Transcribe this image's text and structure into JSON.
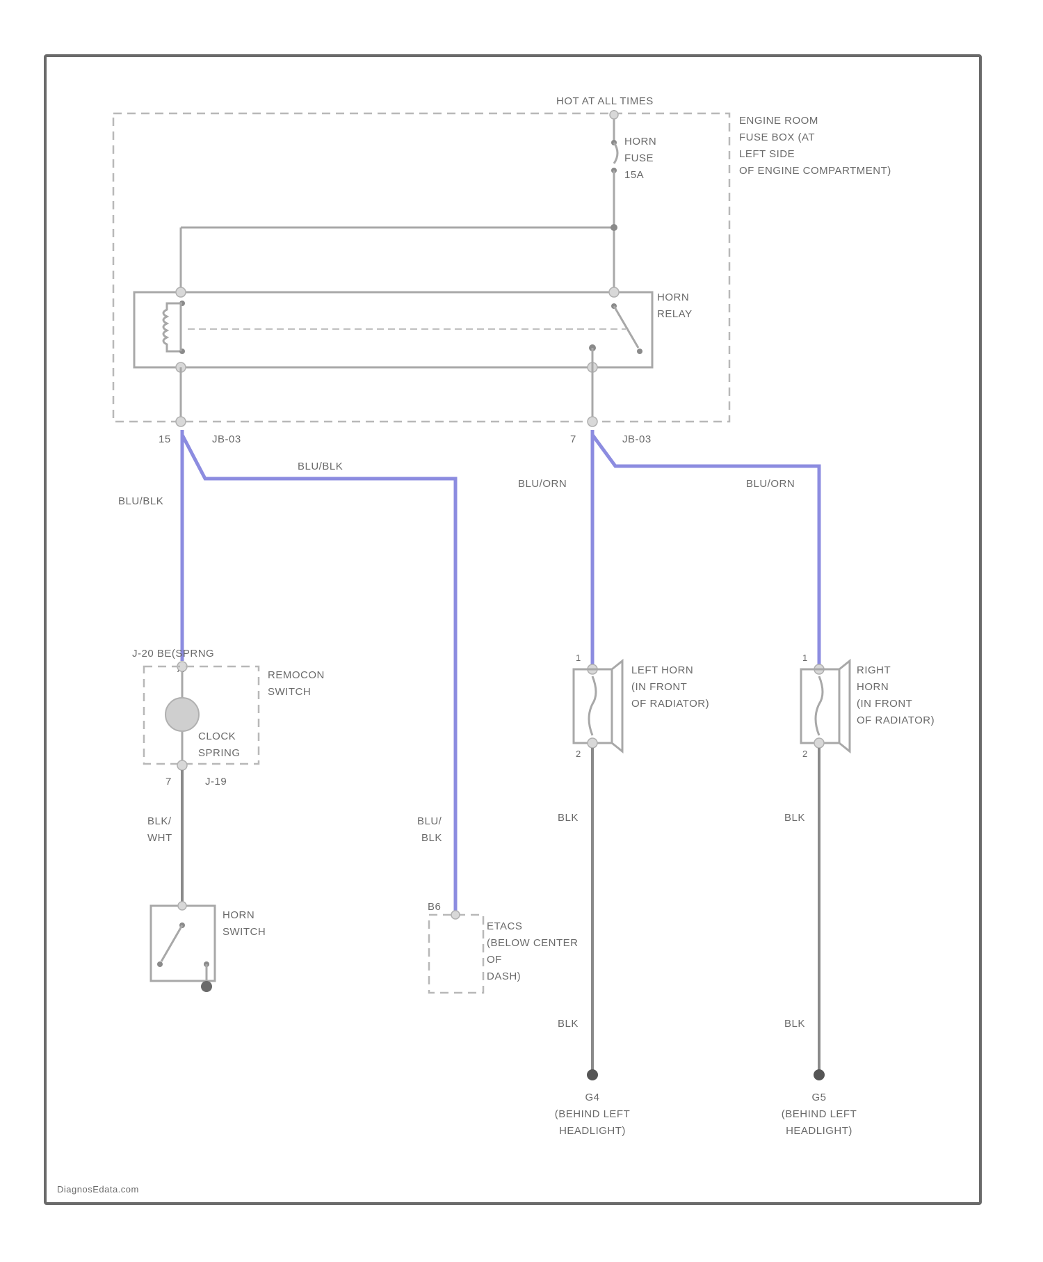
{
  "power_label": "HOT AT ALL TIMES",
  "fuse_box": {
    "lines": [
      "ENGINE ROOM",
      "FUSE BOX (AT",
      "LEFT SIDE",
      "OF ENGINE COMPARTMENT)"
    ]
  },
  "fuse": {
    "lines": [
      "HORN",
      "FUSE",
      "15A"
    ]
  },
  "relay": {
    "lines": [
      "HORN",
      "RELAY"
    ]
  },
  "connectors": {
    "left_pin": "15",
    "left_name": "JB-03",
    "right_pin": "7",
    "right_name": "JB-03",
    "j20": "J-20 BE(SPRNG",
    "j20_pin": "A",
    "j19": "J-19",
    "j19_pin": "7",
    "etacs_pin": "B6",
    "lh_pin_top": "1",
    "lh_pin_bot": "2",
    "rh_pin_top": "1",
    "rh_pin_bot": "2"
  },
  "wires": {
    "blu_blk_1": "BLU/BLK",
    "blu_blk_2": "BLU/BLK",
    "blu_orn_1": "BLU/ORN",
    "blu_orn_2": "BLU/ORN",
    "blk_wht": [
      "BLK/",
      "WHT"
    ],
    "blu_blk_3": [
      "BLU/",
      "BLK"
    ],
    "blk_lh_1": "BLK",
    "blk_lh_2": "BLK",
    "blk_rh_1": "BLK",
    "blk_rh_2": "BLK"
  },
  "remocon": {
    "lines": [
      "REMOCON",
      "SWITCH"
    ]
  },
  "clock_spring": {
    "lines": [
      "CLOCK",
      "SPRING"
    ]
  },
  "horn_switch": {
    "lines": [
      "HORN",
      "SWITCH"
    ]
  },
  "etacs": {
    "lines": [
      "ETACS",
      "(BELOW CENTER",
      "OF",
      "DASH)"
    ]
  },
  "left_horn": {
    "lines": [
      "LEFT HORN",
      "(IN FRONT",
      "OF RADIATOR)"
    ]
  },
  "right_horn": {
    "lines": [
      "RIGHT",
      "HORN",
      "(IN FRONT",
      "OF RADIATOR)"
    ]
  },
  "ground_lh": {
    "lines": [
      "G4",
      "(BEHIND LEFT",
      "HEADLIGHT)"
    ]
  },
  "ground_rh": {
    "lines": [
      "G5",
      "(BEHIND LEFT",
      "HEADLIGHT)"
    ]
  },
  "watermark": "DiagnosEdata.com",
  "colors": {
    "blue_wire": "#8c8ce0",
    "gray_wire": "#a8a8a8",
    "frame": "#6a6a6a"
  }
}
